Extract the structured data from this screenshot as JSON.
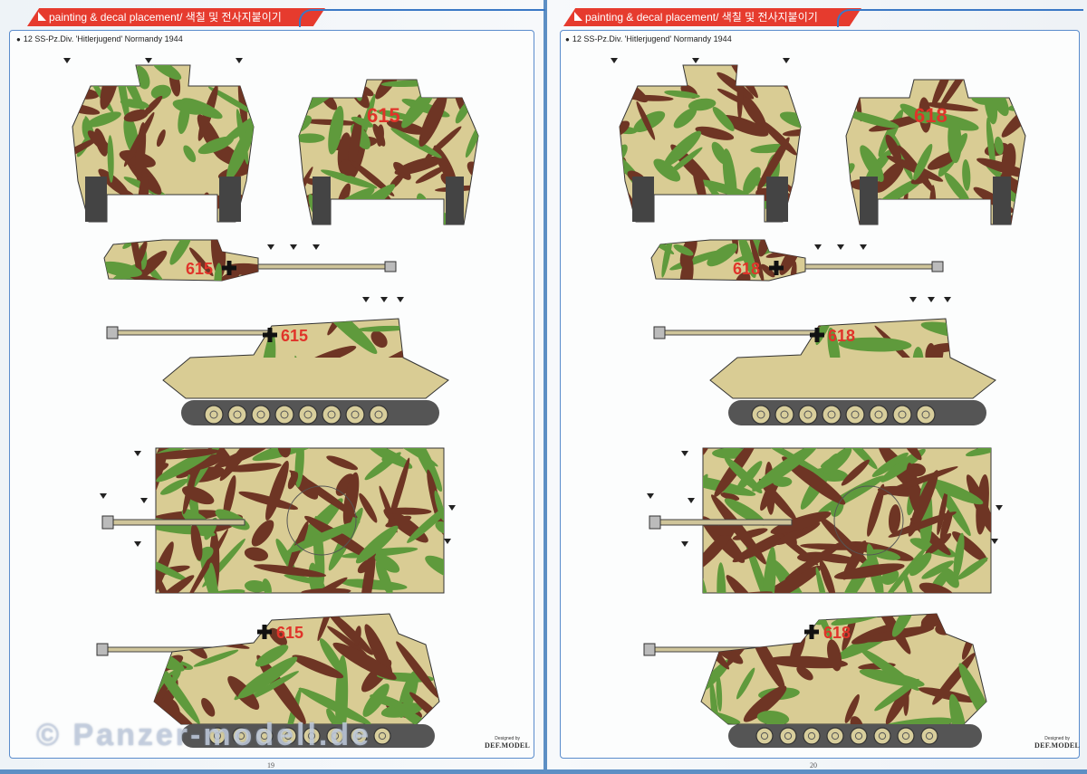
{
  "pages": [
    {
      "header": "painting & decal placement/ 색칠 및 전사지붙이기",
      "caption": "12 SS-Pz.Div.  'Hitlerjugend'  Normandy 1944",
      "turret_number": "615",
      "page_number": "19",
      "designed_by": "Designed by",
      "brand": "DEF.MODEL"
    },
    {
      "header": "painting & decal placement/ 색칠 및 전사지붙이기",
      "caption": "12 SS-Pz.Div.  'Hitlerjugend'  Normandy 1944",
      "turret_number": "618",
      "page_number": "20",
      "designed_by": "Designed by",
      "brand": "DEF.MODEL"
    }
  ],
  "watermark": "© Panzer-modell.de",
  "colors": {
    "sand": "#d9cc94",
    "brown": "#6e3524",
    "green": "#5f9a3c",
    "red_number": "#e0342a",
    "banner": "#e63b2e",
    "frame": "#5a8ccc"
  }
}
